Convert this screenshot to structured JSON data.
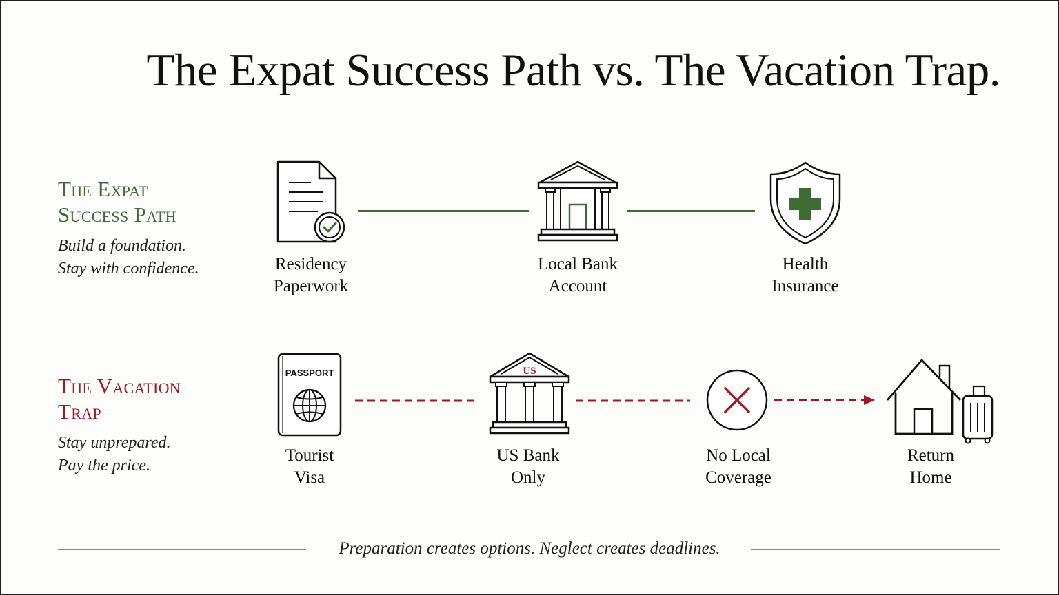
{
  "title": "The Expat Success Path vs. The Vacation Trap.",
  "colors": {
    "success": "#3e6b31",
    "trap": "#a01824",
    "ink": "#111111",
    "rule": "#8a8a8a"
  },
  "success_path": {
    "heading_line1": "The Expat",
    "heading_line2": "Success Path",
    "tagline_line1": "Build a foundation.",
    "tagline_line2": "Stay with confidence.",
    "steps": [
      {
        "label_line1": "Residency",
        "label_line2": "Paperwork",
        "icon": "document-check-icon"
      },
      {
        "label_line1": "Local Bank",
        "label_line2": "Account",
        "icon": "bank-icon"
      },
      {
        "label_line1": "Health",
        "label_line2": "Insurance",
        "icon": "shield-cross-icon"
      }
    ]
  },
  "vacation_trap": {
    "heading_line1": "The Vacation",
    "heading_line2": "Trap",
    "tagline_line1": "Stay unprepared.",
    "tagline_line2": "Pay the price.",
    "passport_text": "PASSPORT",
    "bank_badge": "US",
    "steps": [
      {
        "label_line1": "Tourist",
        "label_line2": "Visa",
        "icon": "passport-icon"
      },
      {
        "label_line1": "US Bank",
        "label_line2": "Only",
        "icon": "us-bank-icon"
      },
      {
        "label_line1": "No Local",
        "label_line2": "Coverage",
        "icon": "x-circle-icon"
      },
      {
        "label_line1": "Return",
        "label_line2": "Home",
        "icon": "house-luggage-icon"
      }
    ]
  },
  "footer": "Preparation creates options. Neglect creates deadlines."
}
